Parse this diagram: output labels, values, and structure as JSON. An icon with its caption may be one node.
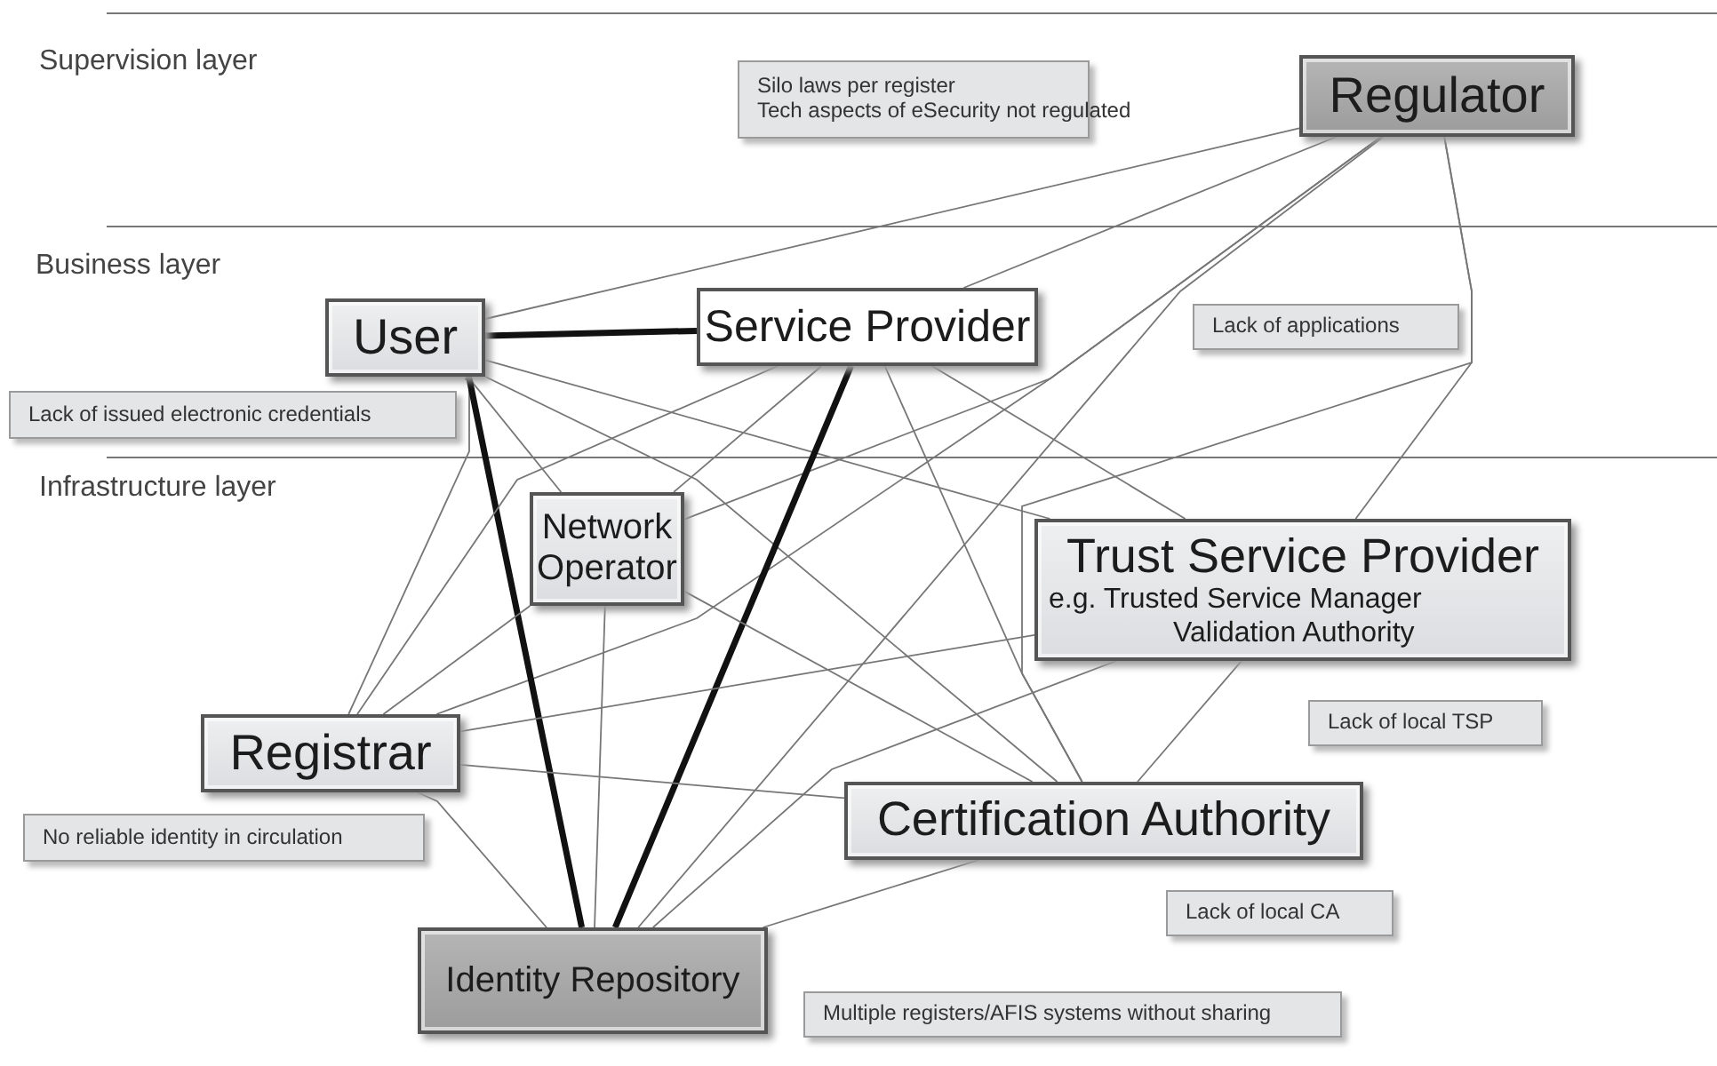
{
  "diagram": {
    "nodes": [
      {
        "text": [
          "Regulator"
        ]
      },
      {
        "text": [
          "Silo laws per register",
          "Tech aspects of eSecurity not regulated"
        ]
      },
      {
        "text": [
          "User"
        ]
      },
      {
        "text": [
          "Service Provider"
        ]
      },
      {
        "text": [
          "Lack of applications"
        ]
      },
      {
        "text": [
          "Lack of issued electronic credentials"
        ]
      },
      {
        "text": [
          "Network Operator"
        ]
      },
      {
        "text": [
          "Trust Service Provider",
          "e.g. Trusted Service Manager",
          "Validation Authority"
        ]
      },
      {
        "text": [
          "Lack of local TSP"
        ]
      },
      {
        "text": [
          "Registrar"
        ]
      },
      {
        "text": [
          "Certification Authority"
        ]
      },
      {
        "text": [
          "No reliable identity in circulation"
        ]
      },
      {
        "text": [
          "Lack of local CA"
        ]
      },
      {
        "text": [
          "Identity Repository"
        ]
      },
      {
        "text": [
          "Multiple registers/AFIS systems without sharing"
        ]
      }
    ],
    "edges": [
      {
        "from": 0,
        "to": 2,
        "arrow": "none"
      },
      {
        "from": 0,
        "to": 3,
        "arrow": "none"
      },
      {
        "from": 0,
        "to": 6,
        "arrow": "none"
      },
      {
        "from": 0,
        "to": 7,
        "arrow": "none"
      },
      {
        "from": 0,
        "to": 9,
        "arrow": "none"
      },
      {
        "from": 0,
        "to": 10,
        "arrow": "none"
      },
      {
        "from": 0,
        "to": 13,
        "arrow": "none"
      },
      {
        "from": 2,
        "to": 3,
        "arrow": "none",
        "style": "thick",
        "color": "#111111"
      },
      {
        "from": 2,
        "to": 6,
        "arrow": "none"
      },
      {
        "from": 2,
        "to": 7,
        "arrow": "none"
      },
      {
        "from": 2,
        "to": 9,
        "arrow": "none"
      },
      {
        "from": 2,
        "to": 10,
        "arrow": "none"
      },
      {
        "from": 2,
        "to": 13,
        "arrow": "none",
        "style": "thick",
        "color": "#111111"
      },
      {
        "from": 3,
        "to": 6,
        "arrow": "none"
      },
      {
        "from": 3,
        "to": 7,
        "arrow": "none"
      },
      {
        "from": 3,
        "to": 9,
        "arrow": "none"
      },
      {
        "from": 3,
        "to": 10,
        "arrow": "none"
      },
      {
        "from": 3,
        "to": 13,
        "arrow": "none",
        "style": "thick",
        "color": "#111111"
      },
      {
        "from": 6,
        "to": 9,
        "arrow": "none"
      },
      {
        "from": 6,
        "to": 10,
        "arrow": "none"
      },
      {
        "from": 6,
        "to": 13,
        "arrow": "none"
      },
      {
        "from": 7,
        "to": 9,
        "arrow": "none"
      },
      {
        "from": 7,
        "to": 10,
        "arrow": "none"
      },
      {
        "from": 7,
        "to": 13,
        "arrow": "none"
      },
      {
        "from": 9,
        "to": 10,
        "arrow": "none"
      },
      {
        "from": 9,
        "to": 13,
        "arrow": "none"
      },
      {
        "from": 10,
        "to": 13,
        "arrow": "none"
      }
    ],
    "labels": [
      "Supervision layer",
      "Business layer",
      "Infrastructure layer"
    ]
  }
}
